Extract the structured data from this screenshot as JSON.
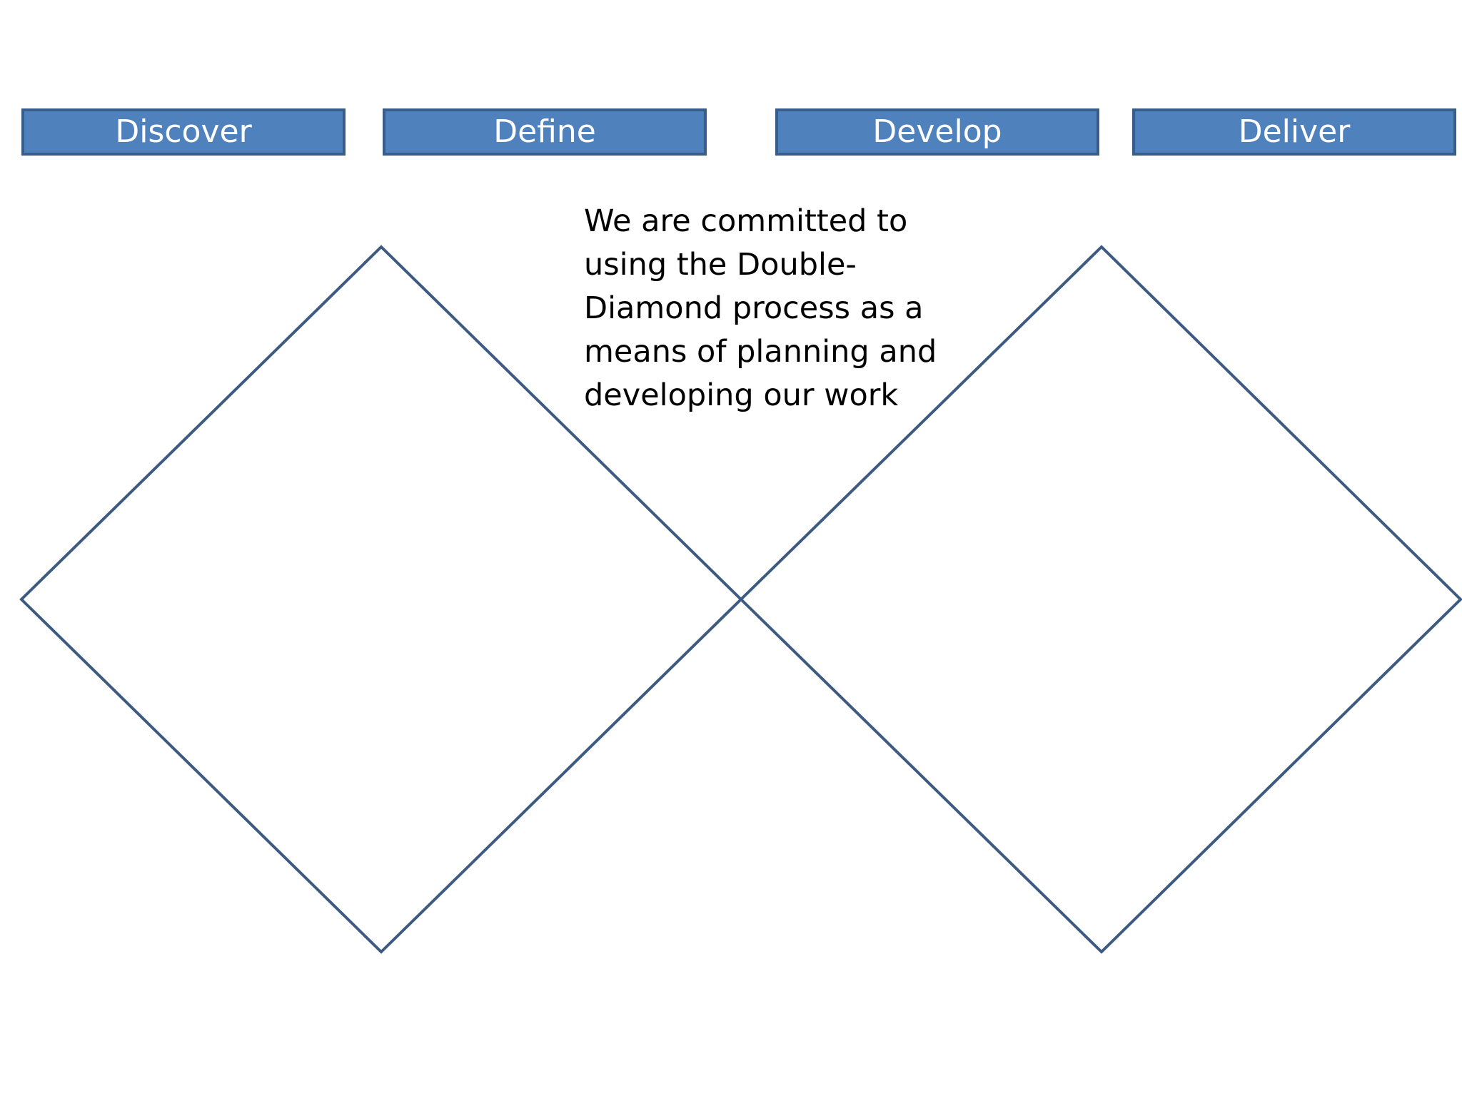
{
  "phases": [
    {
      "label": "Discover"
    },
    {
      "label": "Define"
    },
    {
      "label": "Develop"
    },
    {
      "label": "Deliver"
    }
  ],
  "statement": "We are committed to\nusing the Double-\nDiamond process as a\nmeans of planning and\ndeveloping our work",
  "colors": {
    "phase_fill": "#4f81bd",
    "phase_border": "#385d8a",
    "diamond_stroke": "#3d5a80",
    "text": "#000000",
    "background": "#ffffff"
  }
}
